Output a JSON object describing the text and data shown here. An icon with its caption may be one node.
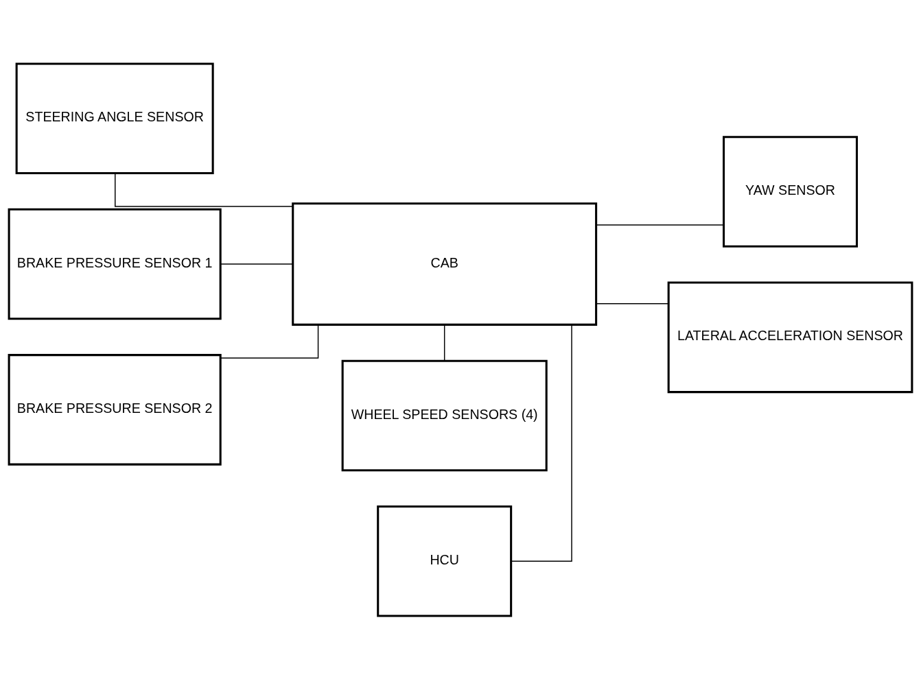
{
  "diagram": {
    "nodes": [
      {
        "text": [
          "STEERING ANGLE SENSOR"
        ]
      },
      {
        "text": [
          "HCU"
        ]
      },
      {
        "text": [
          "YAW SENSOR"
        ]
      },
      {
        "text": [
          "CAB"
        ]
      },
      {
        "text": [
          "BRAKE PRESSURE SENSOR 1"
        ]
      },
      {
        "text": [
          "LATERAL ACCELERATION SENSOR"
        ]
      },
      {
        "text": [
          "BRAKE PRESSURE SENSOR 2"
        ]
      },
      {
        "text": [
          "WHEEL SPEED SENSORS (4)"
        ]
      }
    ],
    "edges": [
      {
        "from": 0,
        "to": 3,
        "arrow": "none"
      },
      {
        "from": 3,
        "to": 1,
        "arrow": "none"
      },
      {
        "from": 3,
        "to": 2,
        "arrow": "none"
      },
      {
        "from": 4,
        "to": 3,
        "arrow": "none"
      },
      {
        "from": 6,
        "to": 3,
        "arrow": "none"
      },
      {
        "from": 3,
        "to": 7,
        "arrow": "none"
      },
      {
        "from": 3,
        "to": 5,
        "arrow": "none"
      }
    ]
  }
}
